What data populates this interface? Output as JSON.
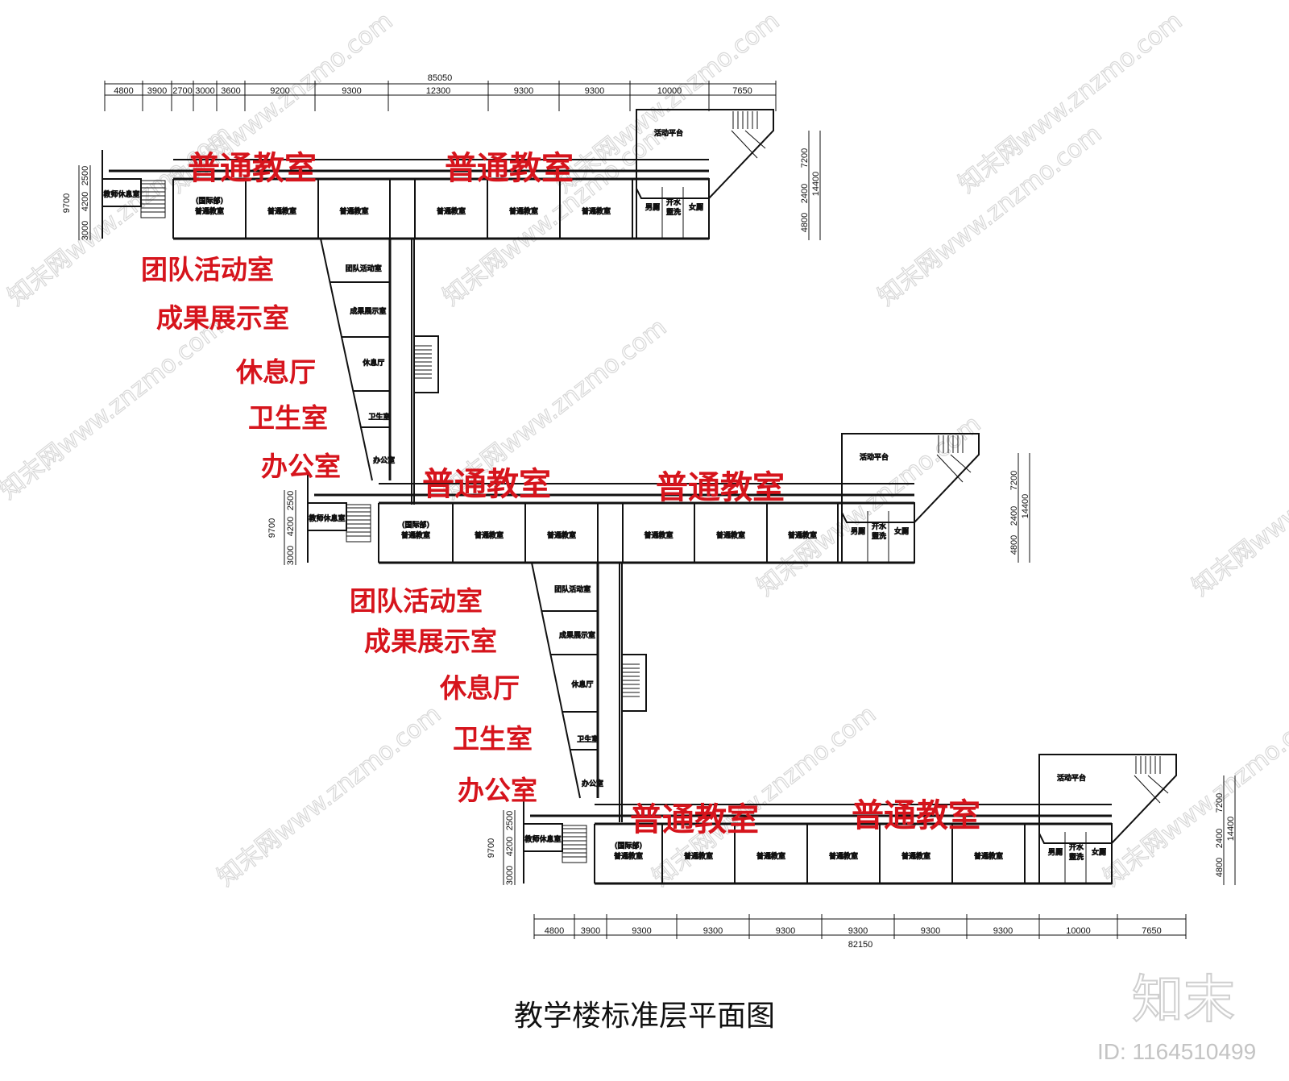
{
  "title": "教学楼标准层平面图",
  "watermark": {
    "text": "知末网www.znzmo.com",
    "brand": "知末",
    "id_text": "ID: 1164510499"
  },
  "labels": {
    "classroom": "普通教室",
    "team": "团队活动室",
    "exhibit": "成果展示室",
    "lounge": "休息厅",
    "clinic": "卫生室",
    "office": "办公室"
  },
  "rooms": {
    "intl_1": "(国际部)",
    "intl_2": "普通教室",
    "classroom": "普通教室",
    "teacher": "教师休息室",
    "team": "团队活动室",
    "exhibit": "成果展示室",
    "lounge": "休息厅",
    "clinic": "卫生室",
    "office": "办公室",
    "platform": "活动平台",
    "male": "男厕",
    "water_1": "开水",
    "water_2": "盥洗",
    "female": "女厕"
  },
  "dims": {
    "top_total": "85050",
    "top_segments": [
      "4800",
      "3900",
      "2700",
      "3000",
      "3600",
      "9200",
      "9300",
      "12300",
      "9300",
      "9300",
      "10000",
      "7650"
    ],
    "bottom_total": "82150",
    "bottom_segments": [
      "4800",
      "3900",
      "9300",
      "9300",
      "9300",
      "9300",
      "9300",
      "9300",
      "10000",
      "7650"
    ],
    "left_total": "9700",
    "left_segments": [
      "2500",
      "4200",
      "3000"
    ],
    "right_total": "14400",
    "right_segments": [
      "7200",
      "2400",
      "4800"
    ]
  },
  "colors": {
    "label_red": "#d6141c",
    "line": "#111111",
    "watermark": "#d8d8d8"
  }
}
